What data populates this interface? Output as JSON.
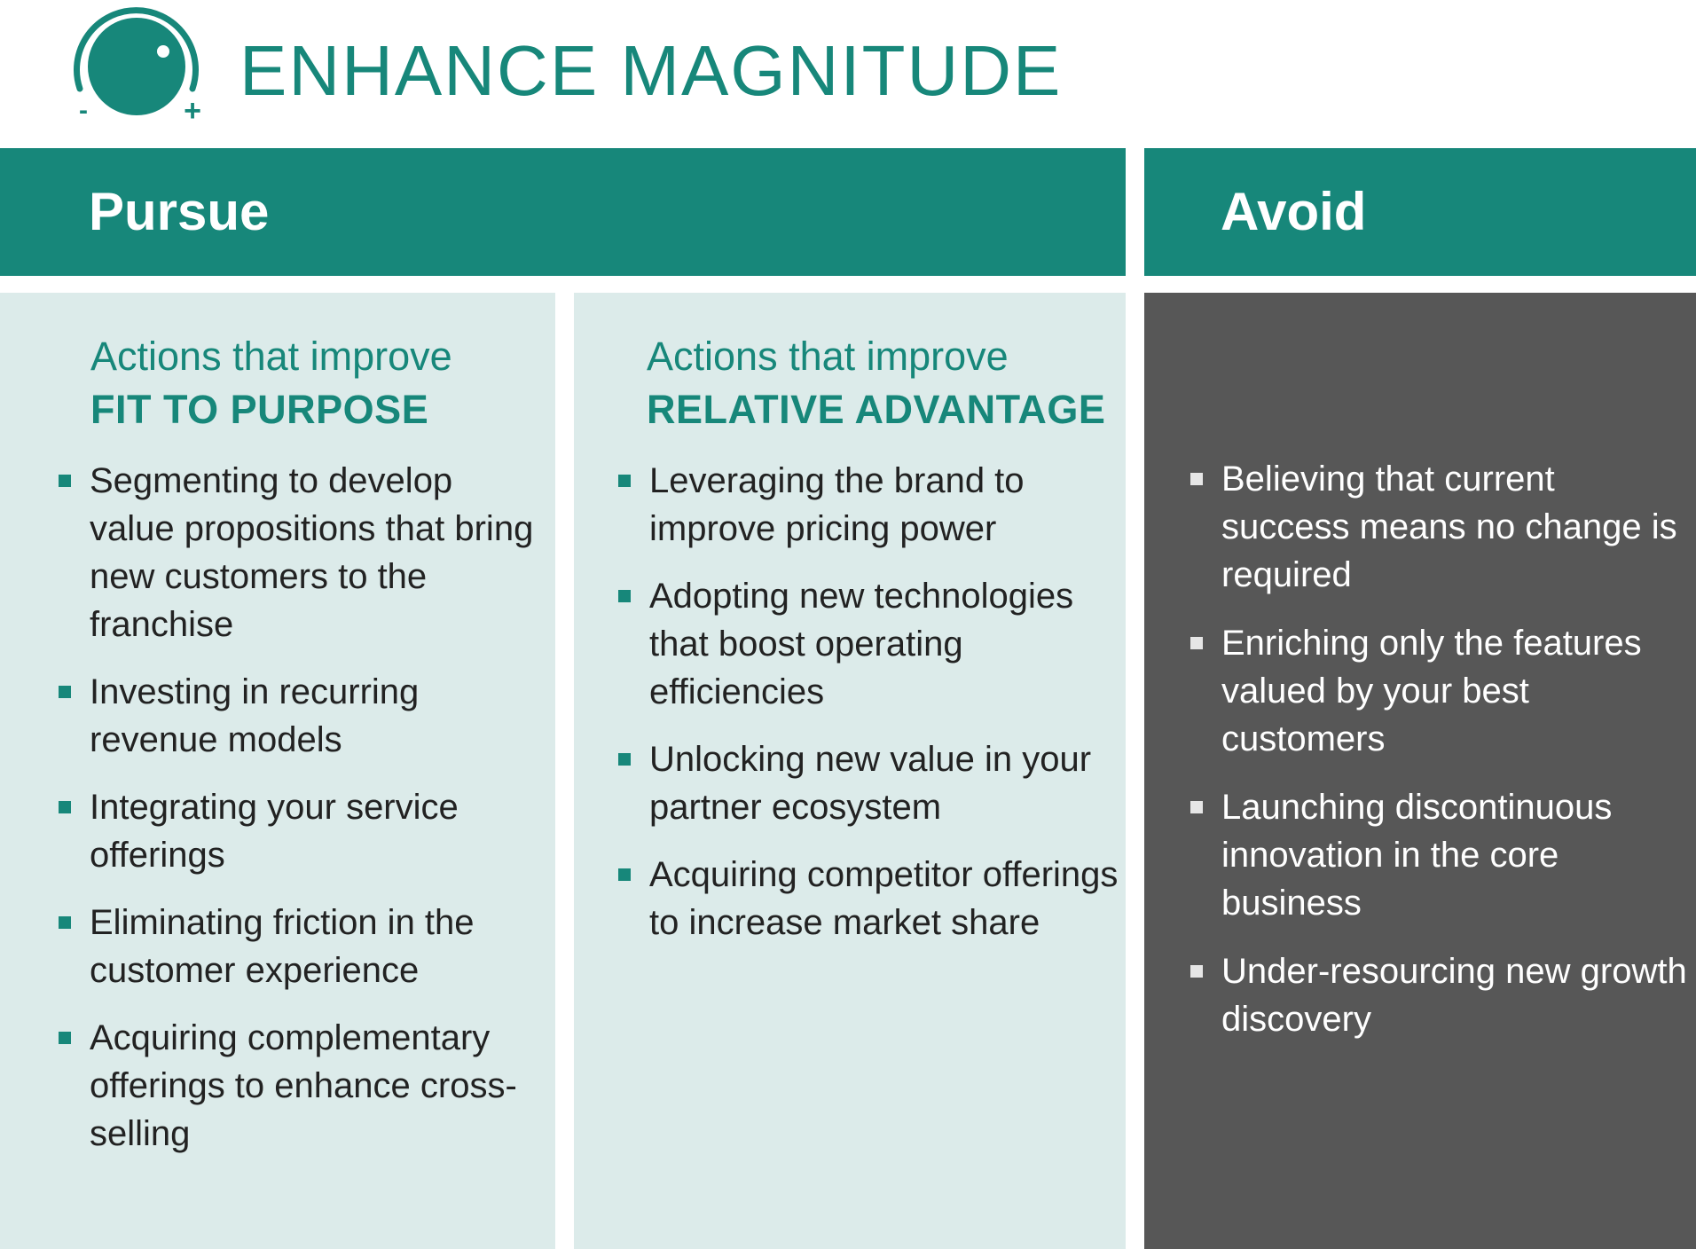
{
  "header": {
    "title": "ENHANCE MAGNITUDE",
    "logo": {
      "icon": "dial-knob-icon",
      "minus_label": "-",
      "plus_label": "+"
    }
  },
  "bands": {
    "pursue": "Pursue",
    "avoid": "Avoid"
  },
  "columns": {
    "fit": {
      "heading_light": "Actions that improve",
      "heading_bold": "FIT TO PURPOSE",
      "items": [
        "Segmenting to develop value propositions that bring new customers to the franchise",
        "Investing in recurring revenue models",
        "Integrating your service offerings",
        "Eliminating friction in the customer experience",
        "Acquiring complementary offerings to enhance cross-selling"
      ]
    },
    "relative": {
      "heading_light": "Actions that improve",
      "heading_bold": "RELATIVE ADVANTAGE",
      "items": [
        "Leveraging the brand to improve pricing power",
        "Adopting new technologies that boost operating efficiencies",
        "Unlocking new value in your partner ecosystem",
        "Acquiring competitor offerings to increase market share"
      ]
    },
    "avoid": {
      "items": [
        "Believing that current success means no change is required",
        "Enriching only the features valued by your best customers",
        "Launching discontinuous innovation in the core business",
        "Under-resourcing new growth discovery"
      ]
    }
  },
  "colors": {
    "teal": "#17877a",
    "light_panel": "#dcebea",
    "dark_panel": "#575757"
  }
}
